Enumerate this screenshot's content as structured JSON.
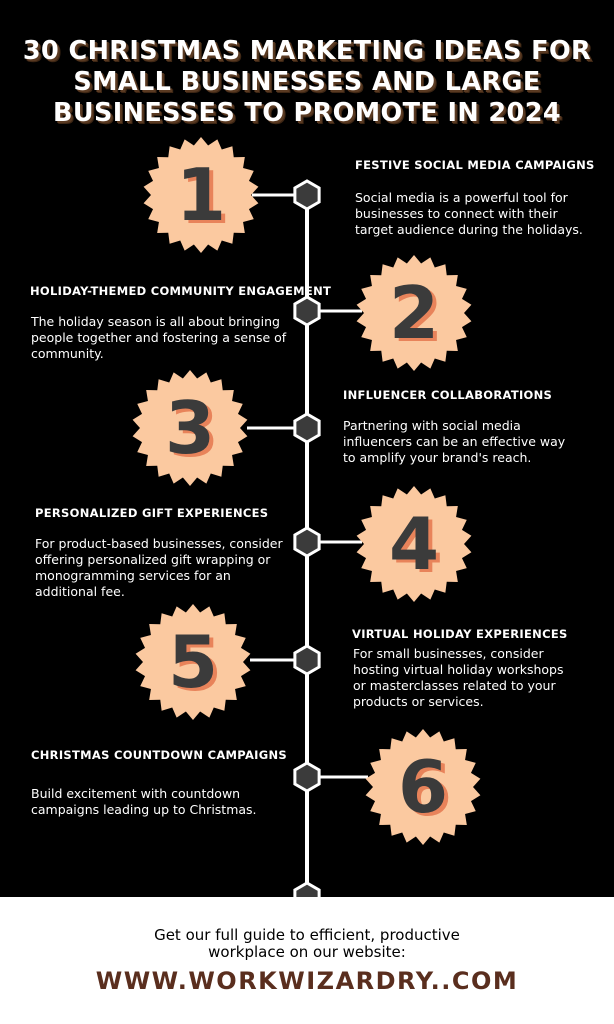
{
  "title": "30 CHRISTMAS MARKETING IDEAS FOR SMALL BUSINESSES AND LARGE BUSINESSES TO PROMOTE IN 2024",
  "colors": {
    "background": "#000000",
    "burst": "#fbc9a0",
    "number": "#3b3b3b",
    "number_shadow": "#e8835a",
    "connector": "#ffffff",
    "node": "#3b3b3b",
    "footer_bg": "#ffffff",
    "url": "#5a2e1e"
  },
  "items": [
    {
      "number": "1",
      "title": "FESTIVE SOCIAL MEDIA CAMPAIGNS",
      "text": "Social media is a powerful tool for businesses to connect with their target audience during the holidays."
    },
    {
      "number": "2",
      "title": "HOLIDAY-THEMED COMMUNITY ENGAGEMENT",
      "text": "The holiday season is all about bringing people together and fostering a sense of community."
    },
    {
      "number": "3",
      "title": "INFLUENCER COLLABORATIONS",
      "text": "Partnering with social media influencers can be an effective way to amplify your brand's reach."
    },
    {
      "number": "4",
      "title": "PERSONALIZED GIFT EXPERIENCES",
      "text": "For product-based businesses, consider offering personalized gift wrapping or monogramming services for an additional fee."
    },
    {
      "number": "5",
      "title": "VIRTUAL HOLIDAY EXPERIENCES",
      "text": "For small businesses, consider hosting virtual holiday workshops or masterclasses related to your products or services."
    },
    {
      "number": "6",
      "title": "CHRISTMAS COUNTDOWN CAMPAIGNS",
      "text": "Build excitement with countdown campaigns leading up to Christmas."
    }
  ],
  "footer": {
    "text": "Get our full guide to efficient, productive workplace on our website:",
    "url": "WWW.WORKWIZARDRY..COM"
  }
}
